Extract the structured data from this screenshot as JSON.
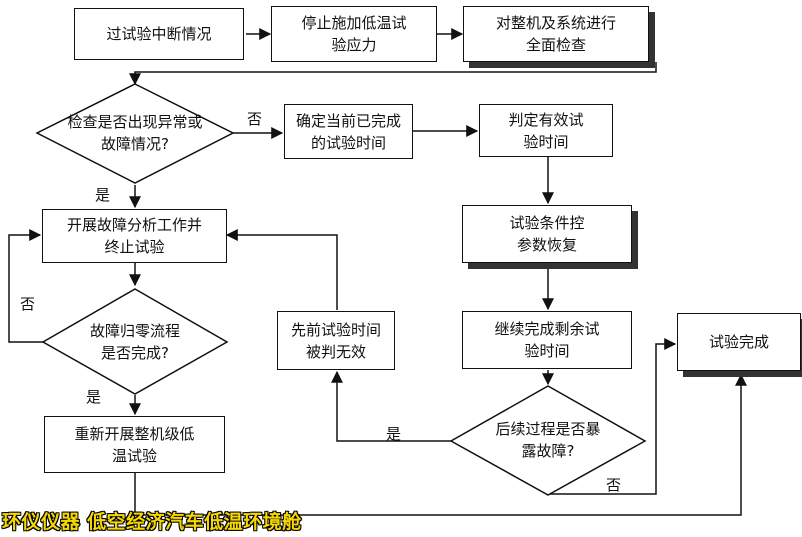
{
  "nodes": {
    "interrupt": "过试验中断情况",
    "stop_stress": "停止施加低温试验应力",
    "check_all": "对整机及系统进行全面检查",
    "q_anomaly": "检查是否出现异常或故障情况?",
    "confirm_time": "确定当前已完成的试验时间",
    "valid_time": "判定有效试验时间",
    "fault_analysis": "开展故障分析工作并终止试验",
    "restore_params": "试验条件控参数恢复",
    "q_zeroing": "故障归零流程是否完成?",
    "prior_invalid": "先前试验时间被判无效",
    "continue_rest": "继续完成剩余试验时间",
    "test_done": "试验完成",
    "retest": "重新开展整机级低温试验",
    "q_later_fault": "后续过程是否暴露故障?"
  },
  "edges": {
    "no_1": "否",
    "yes_1": "是",
    "no_2": "否",
    "yes_2": "是",
    "yes_3": "是",
    "no_3": "否"
  },
  "watermark": "环仪仪器 低空经济汽车低温环境舱"
}
